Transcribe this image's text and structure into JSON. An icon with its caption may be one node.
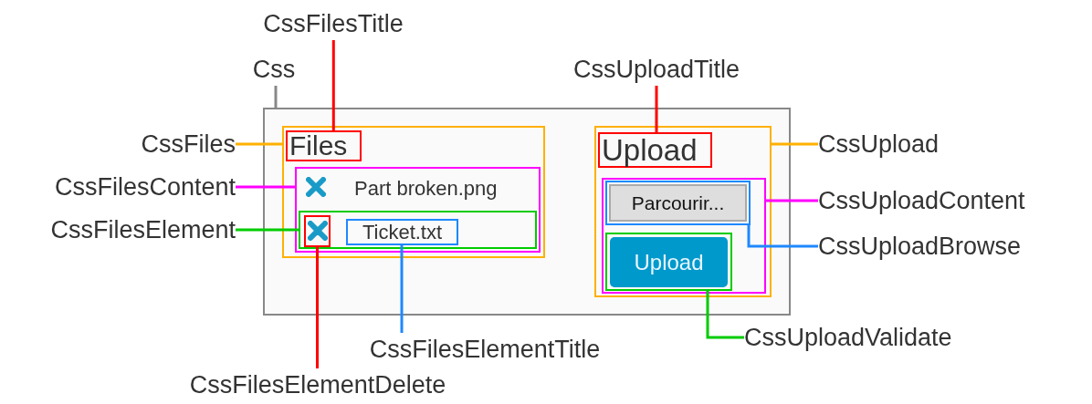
{
  "diagram": {
    "nodes": [
      {
        "text": [
          "CssFilesTitle"
        ]
      },
      {
        "text": [
          "Css"
        ]
      },
      {
        "text": [
          "CssUploadTitle"
        ]
      },
      {
        "text": [
          "CssFiles"
        ]
      },
      {
        "text": [
          "CssFilesContent"
        ]
      },
      {
        "text": [
          "CssFilesElement"
        ]
      },
      {
        "text": [
          "CssUpload"
        ]
      },
      {
        "text": [
          "CssUploadContent"
        ]
      },
      {
        "text": [
          "CssUploadBrowse"
        ]
      },
      {
        "text": [
          "CssFilesElementTitle"
        ]
      },
      {
        "text": [
          "CssUploadValidate"
        ]
      },
      {
        "text": [
          "CssFilesElementDelete"
        ]
      },
      {
        "text": [],
        "shape": "box"
      },
      {
        "text": [],
        "shape": "box",
        "in": 12
      },
      {
        "text": [
          "Files"
        ],
        "in": 13
      },
      {
        "text": [],
        "shape": "box",
        "in": 13
      },
      {
        "text": [],
        "shape": "box",
        "in": 15
      },
      {
        "text": [],
        "shape": "box",
        "in": 16
      },
      {
        "text": [
          "Ticket.txt"
        ],
        "in": 16
      },
      {
        "text": [],
        "shape": "box",
        "in": 12
      },
      {
        "text": [
          "Upload"
        ],
        "in": 19
      },
      {
        "text": [],
        "shape": "box",
        "in": 19
      },
      {
        "text": [],
        "shape": "box",
        "in": 21
      },
      {
        "text": [
          "Parcourir..."
        ],
        "in": 22
      },
      {
        "text": [],
        "shape": "box",
        "in": 21
      },
      {
        "text": [
          "Upload"
        ],
        "in": 24
      }
    ],
    "edges": [
      {
        "from": 0,
        "to": 14,
        "arrow": "none",
        "color": "#ff0000"
      },
      {
        "from": 1,
        "to": 12,
        "arrow": "none",
        "color": "#888888"
      },
      {
        "from": 2,
        "to": 20,
        "arrow": "none",
        "color": "#ff0000"
      },
      {
        "from": 3,
        "to": 13,
        "arrow": "none",
        "color": "#ffb000"
      },
      {
        "from": 4,
        "to": 15,
        "arrow": "none",
        "color": "#ff00ff"
      },
      {
        "from": 5,
        "to": 16,
        "arrow": "none",
        "color": "#00cc00"
      },
      {
        "from": 6,
        "to": 19,
        "arrow": "none",
        "color": "#ffb000"
      },
      {
        "from": 7,
        "to": 21,
        "arrow": "none",
        "color": "#ff00ff"
      },
      {
        "from": 8,
        "to": 22,
        "arrow": "none",
        "color": "#1e88ff"
      },
      {
        "from": 9,
        "to": 18,
        "arrow": "none",
        "color": "#1e88ff"
      },
      {
        "from": 10,
        "to": 24,
        "arrow": "none",
        "color": "#00cc00"
      },
      {
        "from": 11,
        "to": 17,
        "arrow": "none",
        "color": "#ff0000"
      }
    ],
    "labels": [
      "Part broken.png"
    ]
  }
}
